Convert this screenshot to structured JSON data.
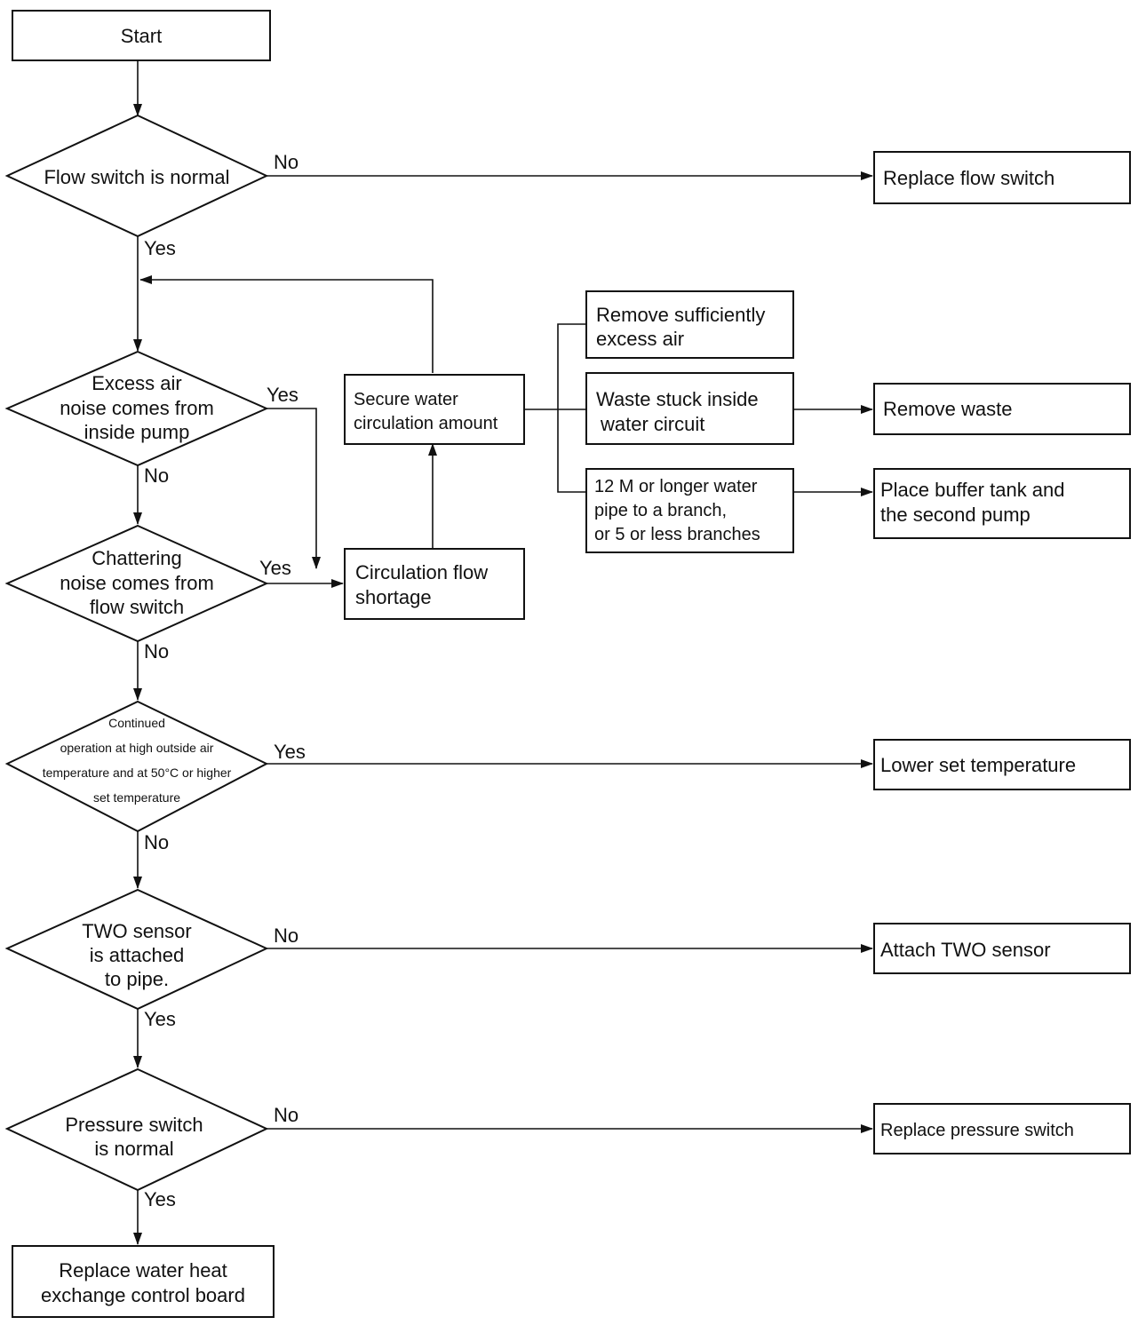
{
  "nodes": {
    "start": "Start",
    "flow_switch": "Flow switch is normal",
    "replace_flow_switch": "Replace flow switch",
    "excess_air": [
      "Excess air",
      "noise comes from",
      "inside pump"
    ],
    "secure_water": [
      "Secure water",
      "circulation amount"
    ],
    "remove_air": [
      "Remove sufficiently",
      "excess air"
    ],
    "waste_stuck": [
      "Waste stuck inside",
      "water circuit"
    ],
    "remove_waste": "Remove waste",
    "long_pipe": [
      "12 M or longer water",
      "pipe to a branch,",
      "or 5 or less branches"
    ],
    "buffer_tank": [
      "Place buffer tank and",
      "the second pump"
    ],
    "chattering": [
      "Chattering",
      "noise comes from",
      "flow switch"
    ],
    "circulation_shortage": [
      "Circulation flow",
      "shortage"
    ],
    "continued_op": [
      "Continued",
      "operation at high outside air",
      "temperature and at 50°C or higher",
      "set temperature"
    ],
    "lower_temp": "Lower set temperature",
    "two_sensor": [
      "TWO sensor",
      "is attached",
      "to pipe."
    ],
    "attach_two": "Attach TWO sensor",
    "pressure_switch": [
      "Pressure switch",
      "is normal"
    ],
    "replace_pressure": "Replace pressure switch",
    "replace_board": [
      "Replace water heat",
      "exchange control board"
    ]
  },
  "labels": {
    "flow_no": "No",
    "flow_yes": "Yes",
    "excess_yes": "Yes",
    "excess_no": "No",
    "chatter_yes": "Yes",
    "chatter_no": "No",
    "continued_yes": "Yes",
    "continued_no": "No",
    "two_no": "No",
    "two_yes": "Yes",
    "pressure_no": "No",
    "pressure_yes": "Yes"
  }
}
